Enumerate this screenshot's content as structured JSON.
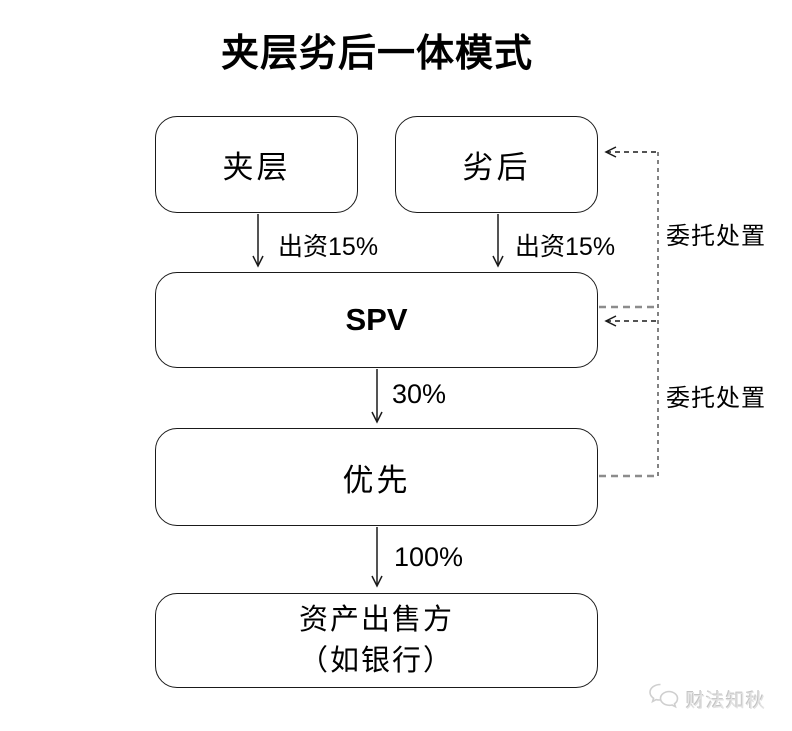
{
  "title": "夹层劣后一体模式",
  "diagram": {
    "nodes": {
      "mezzanine": {
        "label": "夹层"
      },
      "subordinate": {
        "label": "劣后"
      },
      "spv": {
        "label": "SPV"
      },
      "senior": {
        "label": "优先"
      },
      "seller": {
        "label_line1": "资产出售方",
        "label_line2": "（如银行）"
      }
    },
    "edges": {
      "mezzanine_to_spv": {
        "prefix": "出资",
        "value": "15%"
      },
      "subordinate_to_spv": {
        "prefix": "出资",
        "value": "15%"
      },
      "spv_to_senior": {
        "value": "30%"
      },
      "senior_to_seller": {
        "value": "100%"
      },
      "spv_to_subordinate": {
        "label": "委托处置",
        "style": "dashed"
      },
      "senior_to_spv": {
        "label": "委托处置",
        "style": "dashed"
      }
    }
  },
  "watermark": {
    "icon": "chat-bubbles-icon",
    "text": "财法知秋"
  },
  "colors": {
    "background": "#ffffff",
    "line": "#1a1a1a",
    "dashed_gray": "#8c8c8c",
    "watermark_text": "#e2e2e2"
  }
}
